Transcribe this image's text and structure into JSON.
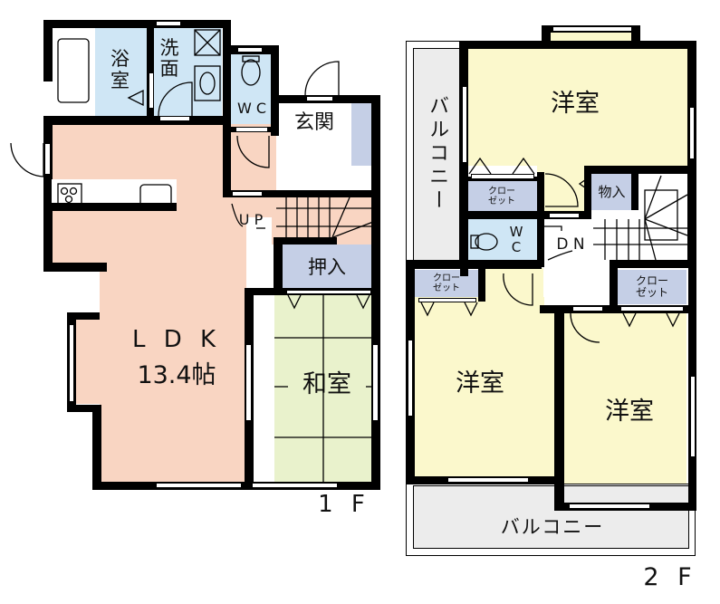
{
  "floors": [
    {
      "label": "1 F",
      "rooms": {
        "bath": "浴\n室",
        "washroom": "洗\n面",
        "wc": "W C",
        "entrance": "玄関",
        "ldk_name": "L D K",
        "ldk_size": "13.4帖",
        "closet": "押入",
        "japanese_room": "和室",
        "stairs_up": "U P"
      }
    },
    {
      "label": "2 F",
      "rooms": {
        "western_room_1": "洋室",
        "western_room_2": "洋室",
        "western_room_3": "洋室",
        "balcony_side": "バルコニー",
        "balcony_bottom": "バルコニー",
        "closet_1": "クロー\nゼット",
        "closet_2": "クロー\nゼット",
        "closet_3": "クロー\nゼット",
        "storage": "物入",
        "wc": "W\nC",
        "stairs_down": "D N"
      }
    }
  ],
  "colors": {
    "ldk": "#f9d5c2",
    "wet": "#cfe6f5",
    "japanese": "#e9f2cc",
    "western": "#fbf8cc",
    "storage": "#c5cfe6",
    "balcony": "#ececec",
    "wall": "#000000"
  }
}
